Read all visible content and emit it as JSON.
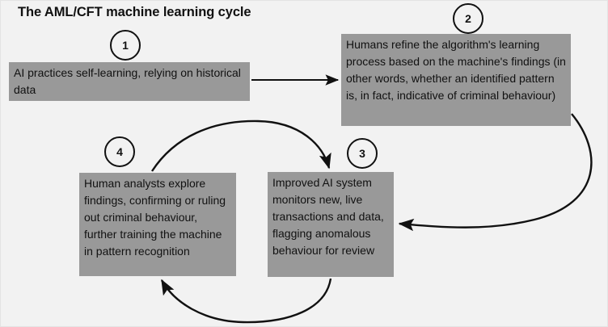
{
  "title": "The AML/CFT machine learning cycle",
  "colors": {
    "background": "#f2f2f2",
    "node_fill": "#999999",
    "text": "#111111",
    "edge": "#111111",
    "frame_border": "#e3e3e3"
  },
  "nodes": [
    {
      "number": "1",
      "text": "AI practices self-learning, relying on historical data"
    },
    {
      "number": "2",
      "text": "Humans refine the algorithm's learning process based on the machine's findings (in other words, whether an identified pattern is, in fact, indicative of criminal behaviour)"
    },
    {
      "number": "3",
      "text": "Improved AI system monitors new, live transactions and data, flagging anomalous behaviour for review"
    },
    {
      "number": "4",
      "text": "Human analysts explore findings, confirming or ruling out criminal behaviour, further training the machine in pattern recognition"
    }
  ],
  "edges": [
    {
      "name": "edge-1-to-2",
      "from": "1",
      "to": "2",
      "shape": "straight"
    },
    {
      "name": "edge-2-to-3",
      "from": "2",
      "to": "3",
      "shape": "curved-right"
    },
    {
      "name": "edge-3-to-4",
      "from": "3",
      "to": "4",
      "shape": "curved-bottom"
    },
    {
      "name": "edge-4-to-3",
      "from": "4",
      "to": "3",
      "shape": "curved-top"
    }
  ]
}
